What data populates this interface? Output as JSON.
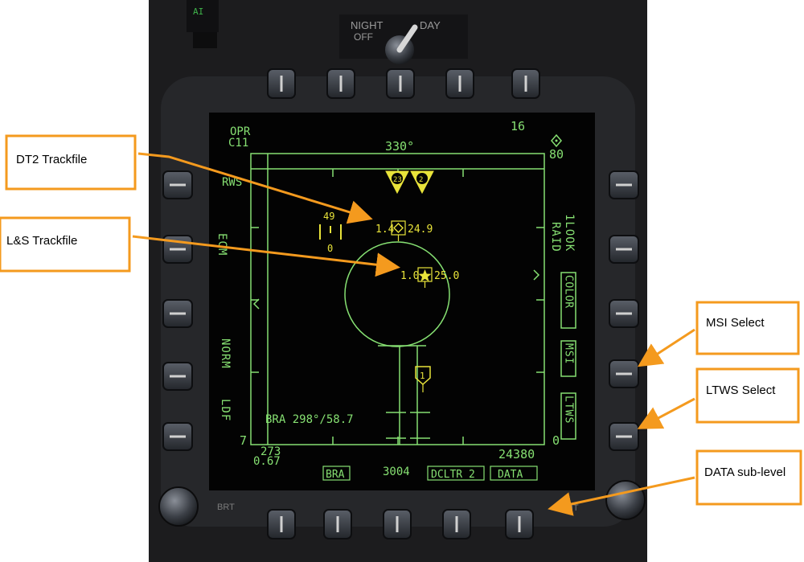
{
  "colors": {
    "phosphor": "#86e072",
    "yellow": "#e8e33a",
    "callout": "#f49a1e",
    "bezel": "#1c1c1e"
  },
  "bezel": {
    "night_label": "NIGHT",
    "day_label": "DAY",
    "off_label": "OFF",
    "brt_label": "BRT",
    "cnt_label": "CNT",
    "top_indicator": "AI"
  },
  "display": {
    "top_left_1": "OPR",
    "top_left_2": "C11",
    "heading": "330°",
    "top_right_num": "16",
    "range_top": "80",
    "range_bottom": "0",
    "elev_left": "7",
    "rws": "RWS",
    "ecm": "ECM",
    "norm": "NORM",
    "ldf": "LDF",
    "raid": "RAID",
    "one_look": "1LOOK",
    "color": "COLOR",
    "msi": "MSI",
    "ltws": "LTWS",
    "bra_readout": "BRA 298°/58.7",
    "az_left_1": "273",
    "az_left_2": "0.67",
    "alt_right": "24380",
    "osb_bra": "BRA",
    "num_bottom": "3004",
    "dcltr": "DCLTR 2",
    "data": "DATA",
    "own_speed_top": "49",
    "own_speed_bottom": "0",
    "dt2_mach": "1.4",
    "dt2_alt": "24.9",
    "ls_mach": "1.0",
    "ls_alt": "25.0",
    "threat1": "23",
    "threat2": "2",
    "bugged": "1"
  },
  "callouts": {
    "dt2": "DT2 Trackfile",
    "ls": "L&S Trackfile",
    "msi": "MSI Select",
    "ltws": "LTWS Select",
    "data": "DATA sub-level"
  }
}
